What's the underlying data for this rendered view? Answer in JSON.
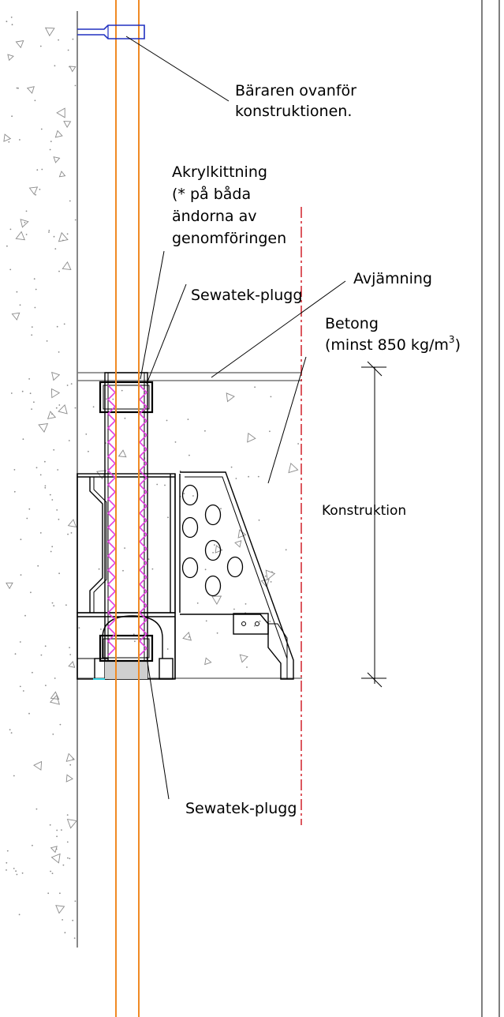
{
  "labels": {
    "carrier": [
      "Bäraren ovanför",
      "konstruktionen."
    ],
    "acrylic": [
      "Akrylkittning",
      "(* på båda",
      "ändorna av",
      "genomföringen"
    ],
    "sewatek_top": "Sewatek-plugg",
    "leveling": "Avjämning",
    "concrete_line1": "Betong",
    "concrete_line2_pre": "(minst 850 kg/m",
    "concrete_line2_sup": "3",
    "concrete_line2_post": ")",
    "construction": "Konstruktion",
    "sewatek_bottom": "Sewatek-plugg"
  },
  "colors": {
    "pipe": "#f08a24",
    "centerline": "#d0202a",
    "sealant": "#e040e0",
    "carrier": "#2030c0",
    "wall_fill": "#9a9a9a",
    "plug_fill": "#cfcfcf"
  },
  "icons": {
    "dimension": "dimension-arrow-icon"
  }
}
